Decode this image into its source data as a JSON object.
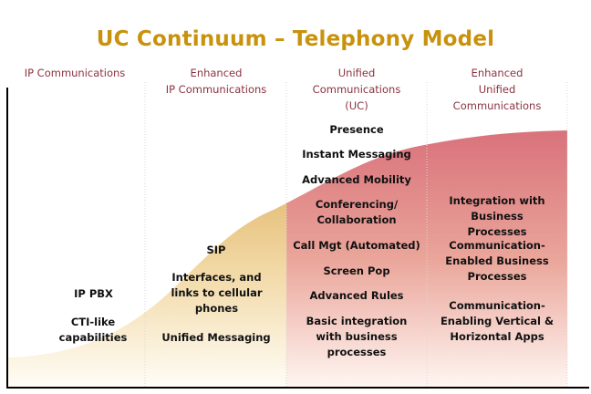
{
  "title": "UC Continuum – Telephony Model",
  "colors": {
    "title": "#c8920c",
    "column_heading": "#8a3340",
    "gold_fill": "#e8bf74",
    "rose_fill": "#d9727b"
  },
  "columns": [
    {
      "heading": [
        "IP Communications"
      ],
      "items": [
        "IP PBX",
        "CTI-like capabilities"
      ]
    },
    {
      "heading": [
        "Enhanced",
        "IP Communications"
      ],
      "items": [
        "SIP",
        "Interfaces, and links to cellular phones",
        "Unified Messaging"
      ]
    },
    {
      "heading": [
        "Unified",
        "Communications",
        "(UC)"
      ],
      "items": [
        "Presence",
        "Instant Messaging",
        "Advanced Mobility",
        "Conferencing/ Collaboration",
        "Call Mgt (Automated)",
        "Screen Pop",
        "Advanced Rules",
        "Basic integration with business processes"
      ]
    },
    {
      "heading": [
        "Enhanced",
        "Unified",
        "Communications"
      ],
      "items": [
        "Integration with Business Processes",
        "Communication-Enabled Business Processes",
        "Communication-Enabling Vertical & Horizontal Apps"
      ]
    }
  ]
}
